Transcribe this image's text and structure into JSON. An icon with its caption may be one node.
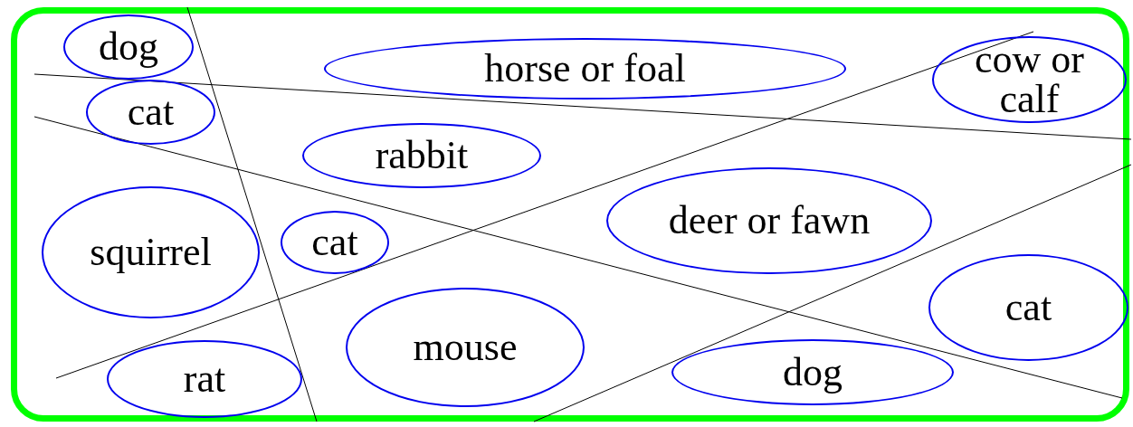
{
  "diagram": {
    "nodes": [
      {
        "text": [],
        "shape": "box"
      },
      {
        "text": [
          "dog"
        ],
        "in": 0
      },
      {
        "text": [
          "horse or foal"
        ],
        "in": 0
      },
      {
        "text": [
          "cow or calf"
        ],
        "in": 0
      },
      {
        "text": [
          "cat"
        ],
        "in": 0
      },
      {
        "text": [
          "rabbit"
        ],
        "in": 0
      },
      {
        "text": [
          "squirrel"
        ],
        "in": 0
      },
      {
        "text": [
          "cat"
        ],
        "in": 0
      },
      {
        "text": [
          "deer or fawn"
        ],
        "in": 0
      },
      {
        "text": [
          "cat"
        ],
        "in": 0
      },
      {
        "text": [
          "mouse"
        ],
        "in": 0
      },
      {
        "text": [
          "rat"
        ],
        "in": 0
      },
      {
        "text": [
          "dog"
        ],
        "in": 0
      }
    ]
  }
}
